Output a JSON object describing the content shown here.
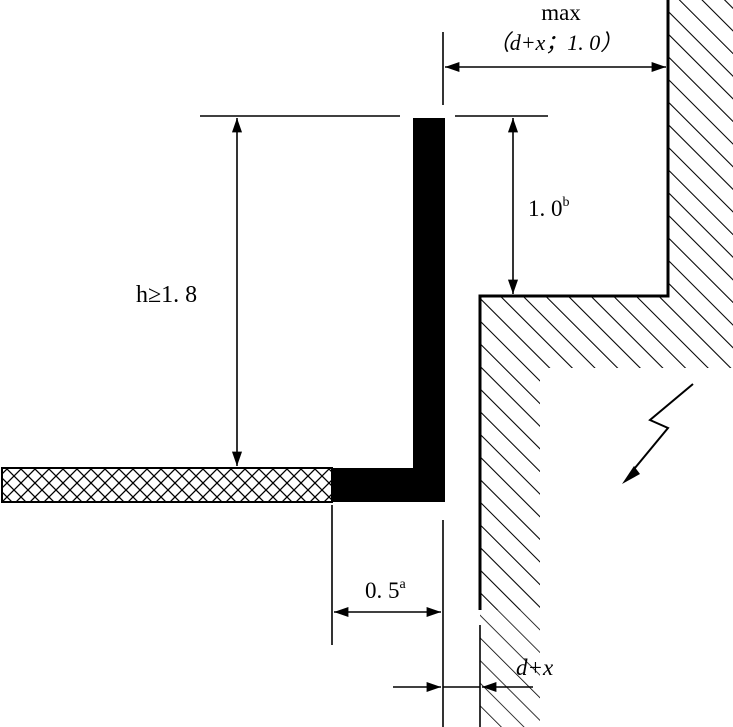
{
  "dimensions": {
    "top_max_line1": "max",
    "top_max_line2": "（d+x；1. 0）",
    "right_height_value": "1. 0",
    "right_height_sup": "b",
    "left_height_label": "h≥1. 8",
    "bottom_gap_value": "0. 5",
    "bottom_gap_sup": "a",
    "clearance_label": "d+x"
  },
  "symbols": {
    "hazard": "lightning-arrow-icon"
  },
  "colors": {
    "ink": "#000000",
    "background": "#ffffff"
  }
}
